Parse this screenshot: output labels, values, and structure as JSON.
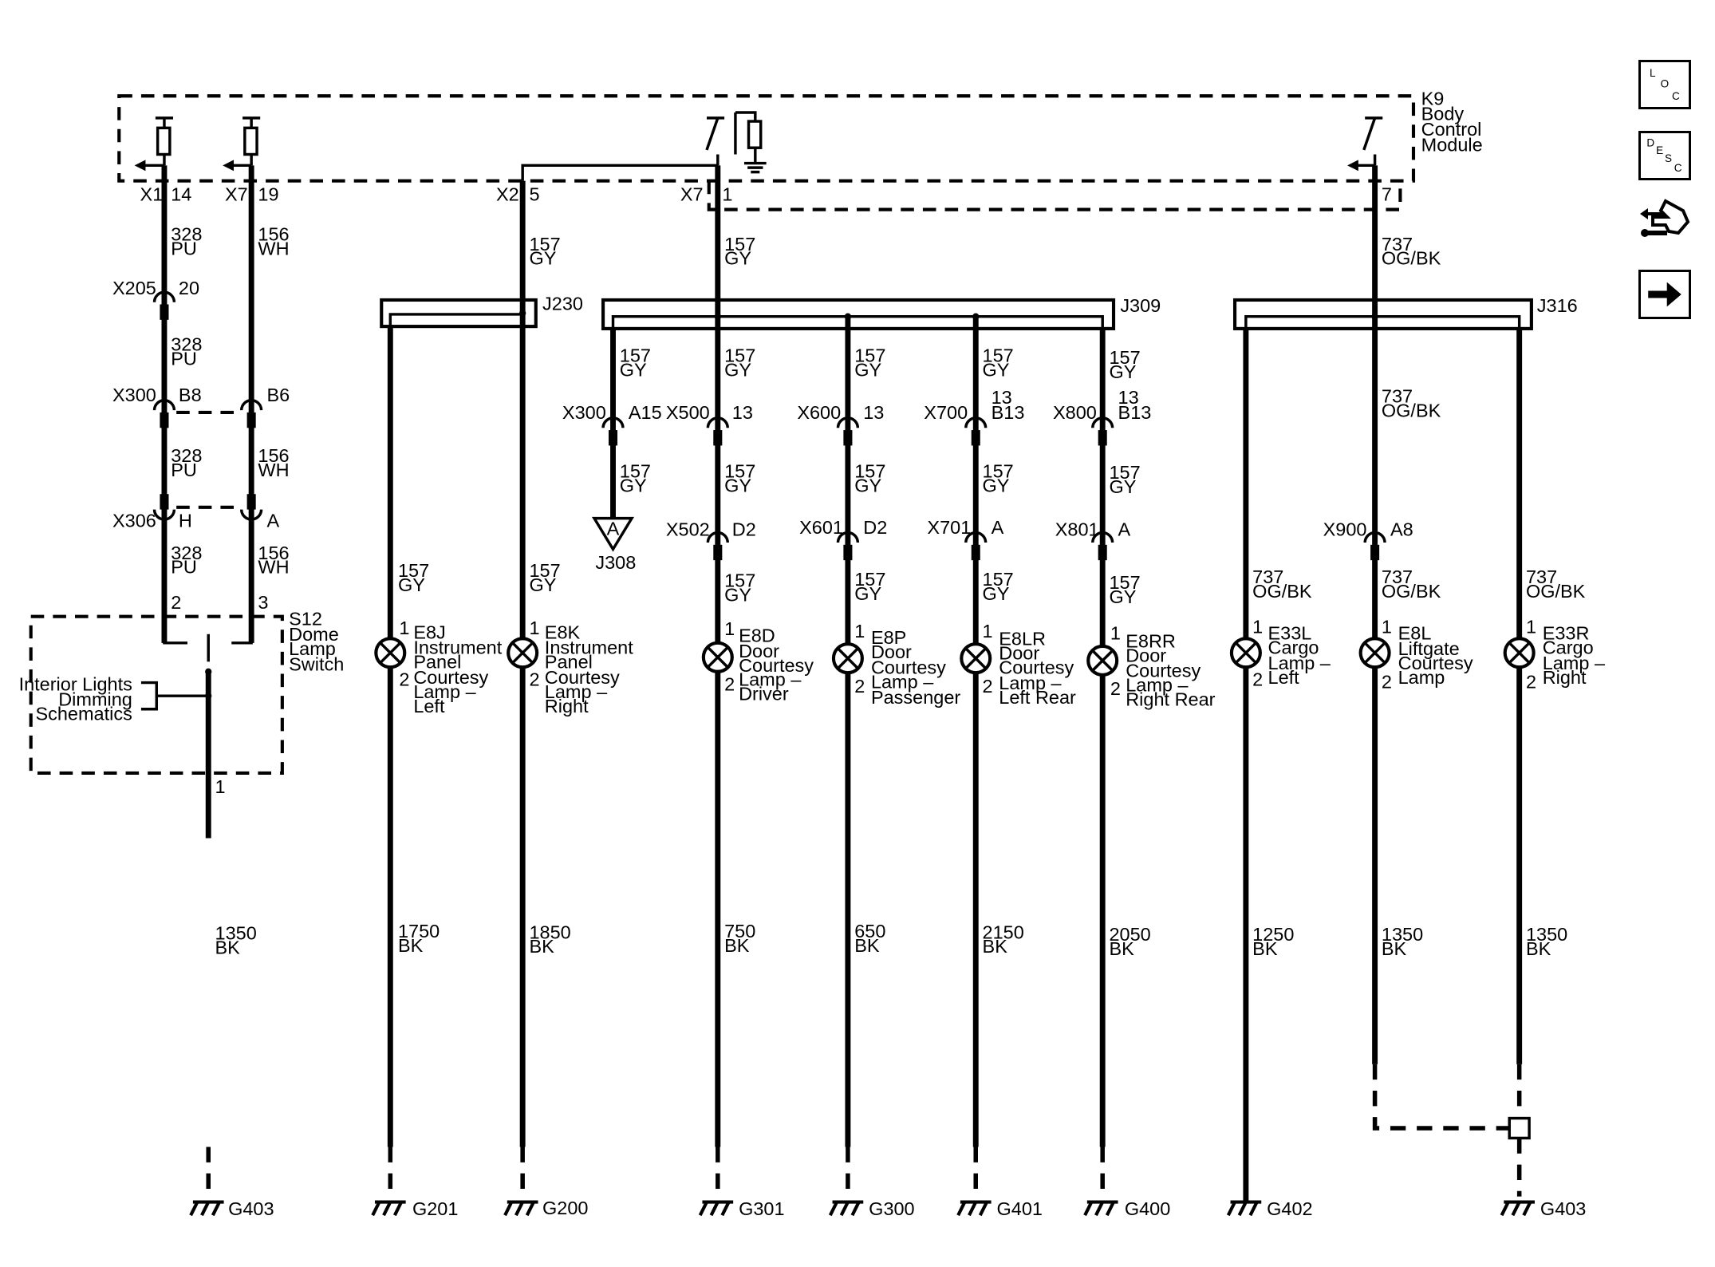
{
  "module": {
    "id": "K9",
    "line1": "Body",
    "line2": "Control",
    "line3": "Module"
  },
  "sidebar": [
    {
      "name": "location-button",
      "letters": [
        "L",
        "O",
        "C"
      ]
    },
    {
      "name": "description-button",
      "letters": [
        "D",
        "E",
        "S",
        "C"
      ]
    },
    {
      "name": "connector-end-view-button",
      "icon": "connector-end-view-icon"
    },
    {
      "name": "next-page-button",
      "icon": "right-arrow-icon"
    }
  ],
  "switch": {
    "id": "S12",
    "line1": "Dome",
    "line2": "Lamp",
    "line3": "Switch",
    "pin_a": "2",
    "pin_b": "3",
    "pin_out": "1"
  },
  "dimming_ref": {
    "line1": "Interior Lights",
    "line2": "Dimming",
    "line3": "Schematics"
  },
  "splices": {
    "j230": "J230",
    "j309": "J309",
    "j316": "J316",
    "j308": "J308",
    "j308_flag": "A"
  },
  "bcm_pins": [
    {
      "conn": "X1",
      "pin": "14"
    },
    {
      "conn": "X7",
      "pin": "19"
    },
    {
      "conn": "X2",
      "pin": "5"
    },
    {
      "conn": "X7",
      "pin": "1"
    },
    {
      "conn": "",
      "pin": "7"
    }
  ],
  "inline_connectors": [
    {
      "conn": "X205",
      "pin": "20"
    },
    {
      "conn": "X300",
      "pin": "B8"
    },
    {
      "conn": "",
      "pin": "B6"
    },
    {
      "conn": "X306",
      "pin": "H"
    },
    {
      "conn": "",
      "pin": "A"
    },
    {
      "conn": "X300",
      "pin": "A15"
    },
    {
      "conn": "X500",
      "pin": "13"
    },
    {
      "conn": "X600",
      "pin": "13"
    },
    {
      "conn": "X700",
      "pin": "13",
      "pin2": "B13"
    },
    {
      "conn": "X800",
      "pin": "13",
      "pin2": "B13"
    },
    {
      "conn": "X502",
      "pin": "D2"
    },
    {
      "conn": "X601",
      "pin": "D2"
    },
    {
      "conn": "X701",
      "pin": "A"
    },
    {
      "conn": "X801",
      "pin": "A"
    },
    {
      "conn": "X900",
      "pin": "A8"
    }
  ],
  "wire_labels": [
    {
      "circuit": "328",
      "color": "PU"
    },
    {
      "circuit": "156",
      "color": "WH"
    },
    {
      "circuit": "157",
      "color": "GY"
    },
    {
      "circuit": "157",
      "color": "GY"
    },
    {
      "circuit": "737",
      "color": "OG/BK"
    },
    {
      "circuit": "328",
      "color": "PU"
    },
    {
      "circuit": "328",
      "color": "PU"
    },
    {
      "circuit": "156",
      "color": "WH"
    },
    {
      "circuit": "328",
      "color": "PU"
    },
    {
      "circuit": "156",
      "color": "WH"
    },
    {
      "circuit": "157",
      "color": "GY"
    },
    {
      "circuit": "157",
      "color": "GY"
    },
    {
      "circuit": "157",
      "color": "GY"
    },
    {
      "circuit": "157",
      "color": "GY"
    },
    {
      "circuit": "157",
      "color": "GY"
    },
    {
      "circuit": "737",
      "color": "OG/BK"
    },
    {
      "circuit": "157",
      "color": "GY"
    },
    {
      "circuit": "157",
      "color": "GY"
    },
    {
      "circuit": "157",
      "color": "GY"
    },
    {
      "circuit": "157",
      "color": "GY"
    },
    {
      "circuit": "157",
      "color": "GY"
    },
    {
      "circuit": "157",
      "color": "GY"
    },
    {
      "circuit": "157",
      "color": "GY"
    },
    {
      "circuit": "157",
      "color": "GY"
    },
    {
      "circuit": "157",
      "color": "GY"
    },
    {
      "circuit": "157",
      "color": "GY"
    },
    {
      "circuit": "157",
      "color": "GY"
    },
    {
      "circuit": "737",
      "color": "OG/BK"
    },
    {
      "circuit": "737",
      "color": "OG/BK"
    },
    {
      "circuit": "737",
      "color": "OG/BK"
    },
    {
      "circuit": "1350",
      "color": "BK"
    },
    {
      "circuit": "1750",
      "color": "BK"
    },
    {
      "circuit": "1850",
      "color": "BK"
    },
    {
      "circuit": "750",
      "color": "BK"
    },
    {
      "circuit": "650",
      "color": "BK"
    },
    {
      "circuit": "2150",
      "color": "BK"
    },
    {
      "circuit": "2050",
      "color": "BK"
    },
    {
      "circuit": "1250",
      "color": "BK"
    },
    {
      "circuit": "1350",
      "color": "BK"
    },
    {
      "circuit": "1350",
      "color": "BK"
    }
  ],
  "lamps": [
    {
      "id": "E8J",
      "lines": [
        "Instrument",
        "Panel",
        "Courtesy",
        "Lamp –",
        "Left"
      ],
      "pin1": "1",
      "pin2": "2"
    },
    {
      "id": "E8K",
      "lines": [
        "Instrument",
        "Panel",
        "Courtesy",
        "Lamp –",
        "Right"
      ],
      "pin1": "1",
      "pin2": "2"
    },
    {
      "id": "E8D",
      "lines": [
        "Door",
        "Courtesy",
        "Lamp –",
        "Driver"
      ],
      "pin1": "1",
      "pin2": "2"
    },
    {
      "id": "E8P",
      "lines": [
        "Door",
        "Courtesy",
        "Lamp –",
        "Passenger"
      ],
      "pin1": "1",
      "pin2": "2"
    },
    {
      "id": "E8LR",
      "lines": [
        "Door",
        "Courtesy",
        "Lamp –",
        "Left Rear"
      ],
      "pin1": "1",
      "pin2": "2"
    },
    {
      "id": "E8RR",
      "lines": [
        "Door",
        "Courtesy",
        "Lamp –",
        "Right Rear"
      ],
      "pin1": "1",
      "pin2": "2"
    },
    {
      "id": "E33L",
      "lines": [
        "Cargo",
        "Lamp –",
        "Left"
      ],
      "pin1": "1",
      "pin2": "2"
    },
    {
      "id": "E8L",
      "lines": [
        "Liftgate",
        "Courtesy",
        "Lamp"
      ],
      "pin1": "1",
      "pin2": "2"
    },
    {
      "id": "E33R",
      "lines": [
        "Cargo",
        "Lamp –",
        "Right"
      ],
      "pin1": "1",
      "pin2": "2"
    }
  ],
  "grounds": [
    "G403",
    "G201",
    "G200",
    "G301",
    "G300",
    "G401",
    "G400",
    "G402",
    "G403"
  ]
}
